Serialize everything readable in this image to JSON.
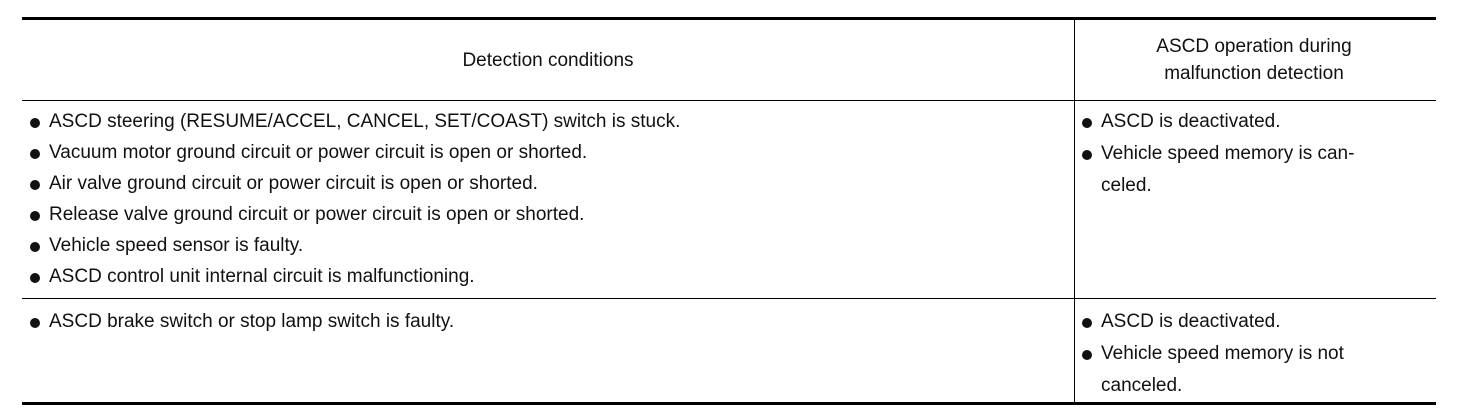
{
  "table": {
    "headers": {
      "detection": "Detection conditions",
      "operation_line1": "ASCD operation during",
      "operation_line2": "malfunction detection"
    },
    "rows": [
      {
        "conditions": [
          "ASCD steering (RESUME/ACCEL, CANCEL, SET/COAST) switch is stuck.",
          "Vacuum motor ground circuit or power circuit is open or shorted.",
          "Air valve ground circuit or power circuit is open or shorted.",
          "Release valve ground circuit or power circuit is open or shorted.",
          "Vehicle speed sensor is faulty.",
          "ASCD control unit internal circuit is malfunctioning."
        ],
        "operation": [
          {
            "line1": "ASCD is deactivated.",
            "line2": ""
          },
          {
            "line1": "Vehicle speed memory is can-",
            "line2": "celed."
          }
        ]
      },
      {
        "conditions": [
          "ASCD brake switch or stop lamp switch is faulty."
        ],
        "operation": [
          {
            "line1": "ASCD is deactivated.",
            "line2": ""
          },
          {
            "line1": "Vehicle speed memory is not",
            "line2": "canceled."
          }
        ]
      }
    ]
  }
}
